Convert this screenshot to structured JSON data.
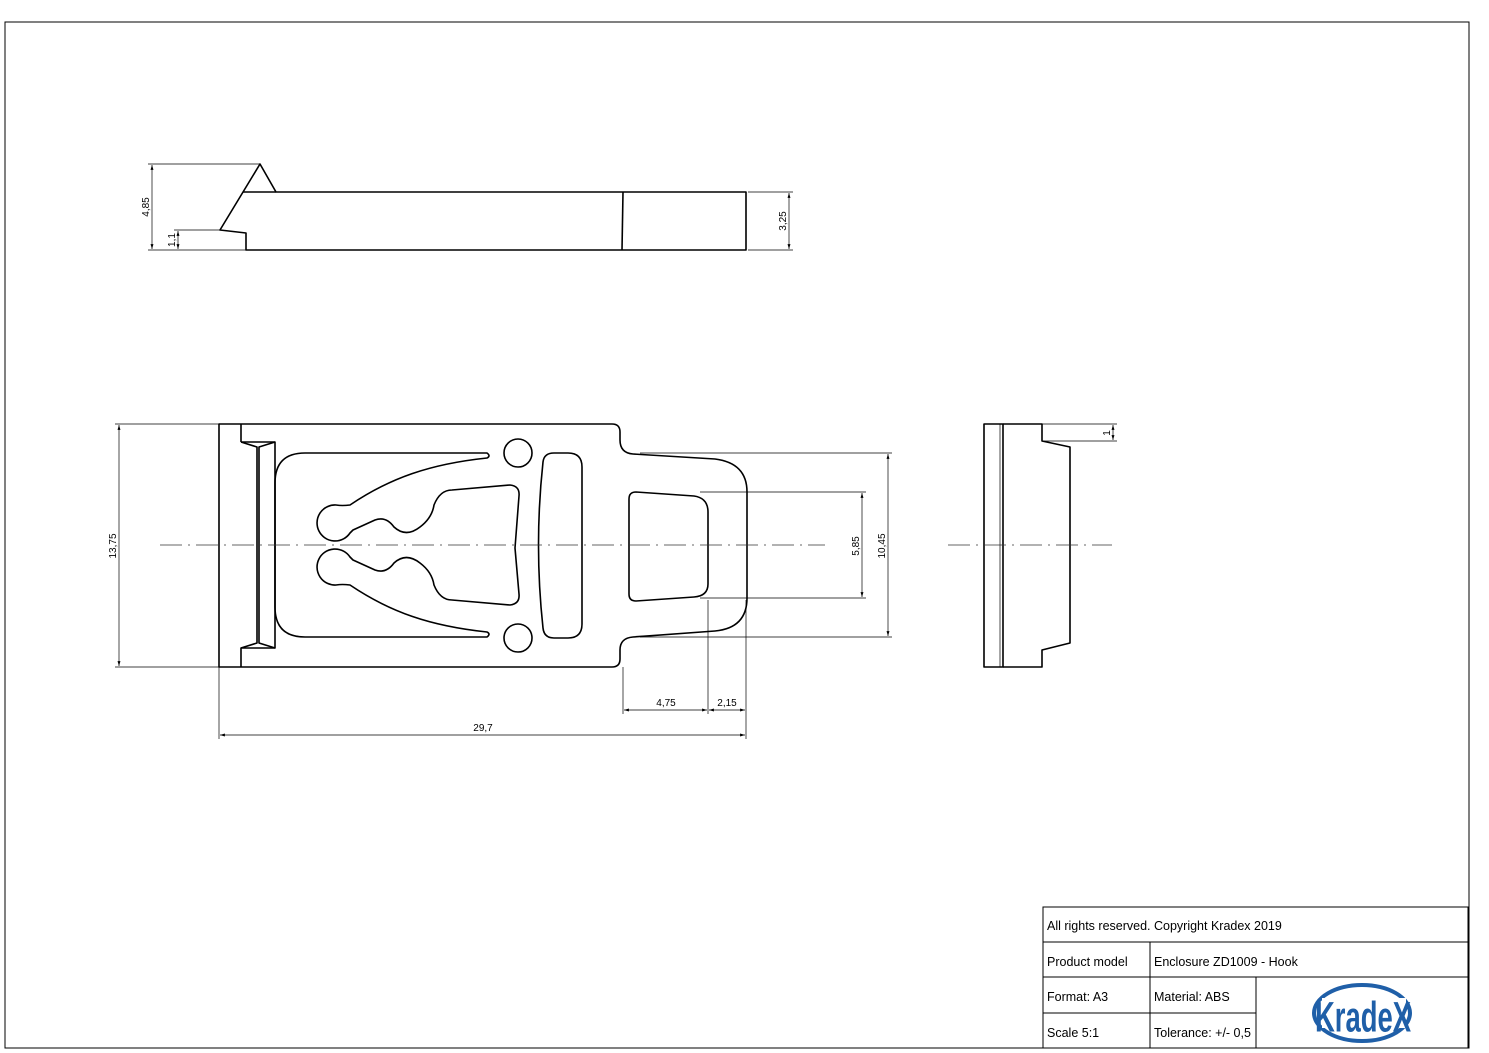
{
  "dimensions": {
    "top_total_height": "4,85",
    "top_step_height": "1,1",
    "top_body_height": "3,25",
    "front_height": "13,75",
    "hole_height": "5,85",
    "tab_height": "10,45",
    "side_step": "1",
    "hole_width": "4,75",
    "tab_margin": "2,15",
    "total_length": "29,7"
  },
  "title_block": {
    "copyright": "All rights reserved. Copyright Kradex 2019",
    "product_model_label": "Product model",
    "product_model_value": "Enclosure ZD1009 - Hook",
    "format": "Format: A3",
    "material": "Material: ABS",
    "scale": "Scale 5:1",
    "tolerance": "Tolerance: +/- 0,5",
    "logo_text": "KradeX"
  },
  "colors": {
    "logo": "#1f5fa8"
  }
}
